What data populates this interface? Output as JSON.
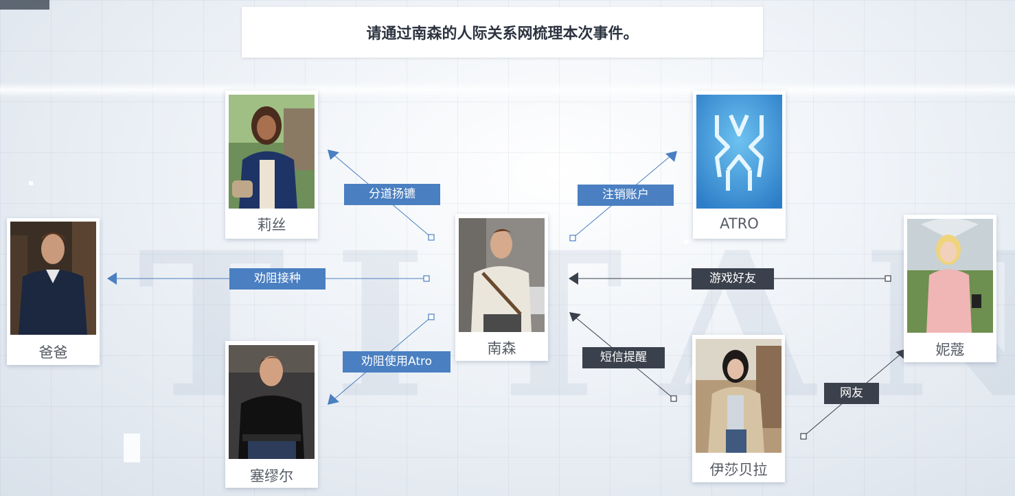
{
  "title": "请通过南森的人际关系网梳理本次事件。",
  "watermark": "TITAN",
  "characters": {
    "nansen": "南森",
    "lisi": "莉丝",
    "baba": "爸爸",
    "saimiuer": "塞缪尔",
    "atro": "ATRO",
    "nikou": "妮蔻",
    "yishabeila": "伊莎贝拉"
  },
  "relations": {
    "lisi": "分道扬镳",
    "baba": "劝阻接种",
    "saimiuer": "劝阻使用Atro",
    "atro": "注销账户",
    "nikou": "游戏好友",
    "yishabeila": "短信提醒",
    "nikou_yishabeila": "网友"
  },
  "colors": {
    "accent_blue": "#4a7fc1",
    "dark_label": "#3a404c",
    "title_text": "#2d3440"
  }
}
